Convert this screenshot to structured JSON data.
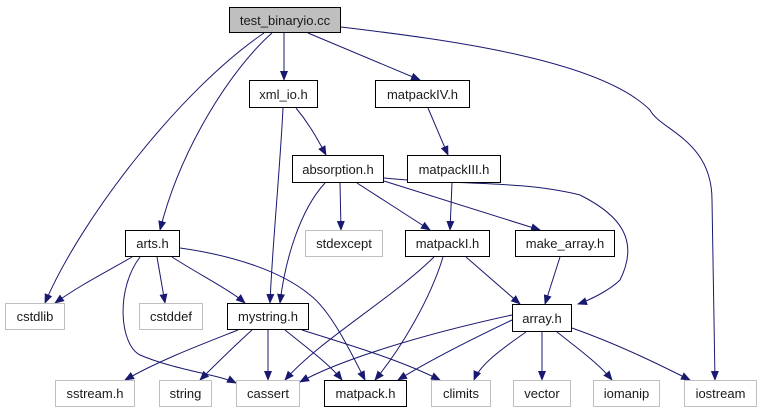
{
  "diagram": {
    "type": "include-dependency-graph",
    "edge_color": "#191970",
    "root_fill": "#bfbfbf",
    "external_border": "#bfbfbf",
    "nodes": [
      {
        "id": "test_binaryio",
        "label": "test_binaryio.cc",
        "kind": "root"
      },
      {
        "id": "xml_io",
        "label": "xml_io.h",
        "kind": "internal"
      },
      {
        "id": "matpackIV",
        "label": "matpackIV.h",
        "kind": "internal"
      },
      {
        "id": "absorption",
        "label": "absorption.h",
        "kind": "internal"
      },
      {
        "id": "matpackIII",
        "label": "matpackIII.h",
        "kind": "internal"
      },
      {
        "id": "stdexcept",
        "label": "stdexcept",
        "kind": "external"
      },
      {
        "id": "matpackI",
        "label": "matpackI.h",
        "kind": "internal"
      },
      {
        "id": "make_array",
        "label": "make_array.h",
        "kind": "internal"
      },
      {
        "id": "arts",
        "label": "arts.h",
        "kind": "internal"
      },
      {
        "id": "cstdlib",
        "label": "cstdlib",
        "kind": "external"
      },
      {
        "id": "cstddef",
        "label": "cstddef",
        "kind": "external"
      },
      {
        "id": "mystring",
        "label": "mystring.h",
        "kind": "internal"
      },
      {
        "id": "array",
        "label": "array.h",
        "kind": "internal"
      },
      {
        "id": "sstream",
        "label": "sstream.h",
        "kind": "external"
      },
      {
        "id": "string",
        "label": "string",
        "kind": "external"
      },
      {
        "id": "cassert",
        "label": "cassert",
        "kind": "external"
      },
      {
        "id": "matpack",
        "label": "matpack.h",
        "kind": "internal"
      },
      {
        "id": "climits",
        "label": "climits",
        "kind": "external"
      },
      {
        "id": "vector",
        "label": "vector",
        "kind": "external"
      },
      {
        "id": "iomanip",
        "label": "iomanip",
        "kind": "external"
      },
      {
        "id": "iostream",
        "label": "iostream",
        "kind": "external"
      }
    ],
    "edges": [
      [
        "test_binaryio",
        "xml_io"
      ],
      [
        "test_binaryio",
        "matpackIV"
      ],
      [
        "test_binaryio",
        "arts"
      ],
      [
        "test_binaryio",
        "cstdlib"
      ],
      [
        "test_binaryio",
        "iostream"
      ],
      [
        "xml_io",
        "absorption"
      ],
      [
        "xml_io",
        "mystring"
      ],
      [
        "matpackIV",
        "matpackIII"
      ],
      [
        "matpackIII",
        "matpackI"
      ],
      [
        "absorption",
        "stdexcept"
      ],
      [
        "absorption",
        "matpackI"
      ],
      [
        "absorption",
        "make_array"
      ],
      [
        "absorption",
        "array"
      ],
      [
        "absorption",
        "mystring"
      ],
      [
        "arts",
        "cstdlib"
      ],
      [
        "arts",
        "cstddef"
      ],
      [
        "arts",
        "mystring"
      ],
      [
        "arts",
        "cassert"
      ],
      [
        "arts",
        "matpack"
      ],
      [
        "matpackI",
        "array"
      ],
      [
        "matpackI",
        "cassert"
      ],
      [
        "matpackI",
        "matpack"
      ],
      [
        "make_array",
        "array"
      ],
      [
        "mystring",
        "sstream"
      ],
      [
        "mystring",
        "string"
      ],
      [
        "mystring",
        "cassert"
      ],
      [
        "mystring",
        "matpack"
      ],
      [
        "mystring",
        "climits"
      ],
      [
        "array",
        "cassert"
      ],
      [
        "array",
        "matpack"
      ],
      [
        "array",
        "climits"
      ],
      [
        "array",
        "vector"
      ],
      [
        "array",
        "iomanip"
      ],
      [
        "array",
        "iostream"
      ]
    ]
  }
}
